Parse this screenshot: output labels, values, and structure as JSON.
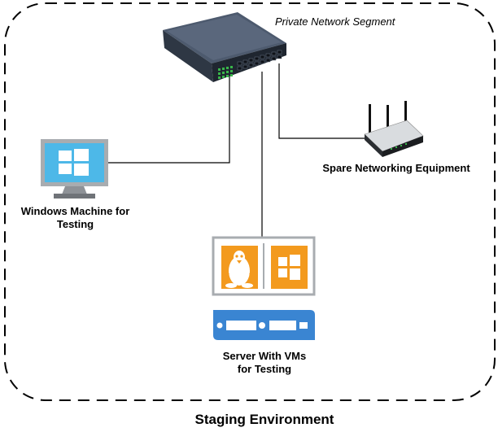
{
  "labels": {
    "segment": "Private Network Segment",
    "windows_machine": "Windows Machine for\nTesting",
    "spare_equipment": "Spare Networking Equipment",
    "server_vms": "Server With VMs\nfor Testing",
    "environment": "Staging Environment"
  },
  "icons": {
    "switch": "network-switch-icon",
    "windows_machine": "windows-monitor-icon",
    "router": "wireless-router-icon",
    "linux_vm": "linux-tux-icon",
    "windows_vm": "windows-logo-icon",
    "server": "server-rack-icon"
  },
  "colors": {
    "boundary": "#000000",
    "connector": "#000000",
    "vm_orange": "#F39A1E",
    "server_blue": "#3A85D2",
    "monitor_blue": "#4DB8E8",
    "monitor_frame": "#A8ACB0",
    "switch_body": "#3E4A5C",
    "port_green": "#39B54A"
  }
}
